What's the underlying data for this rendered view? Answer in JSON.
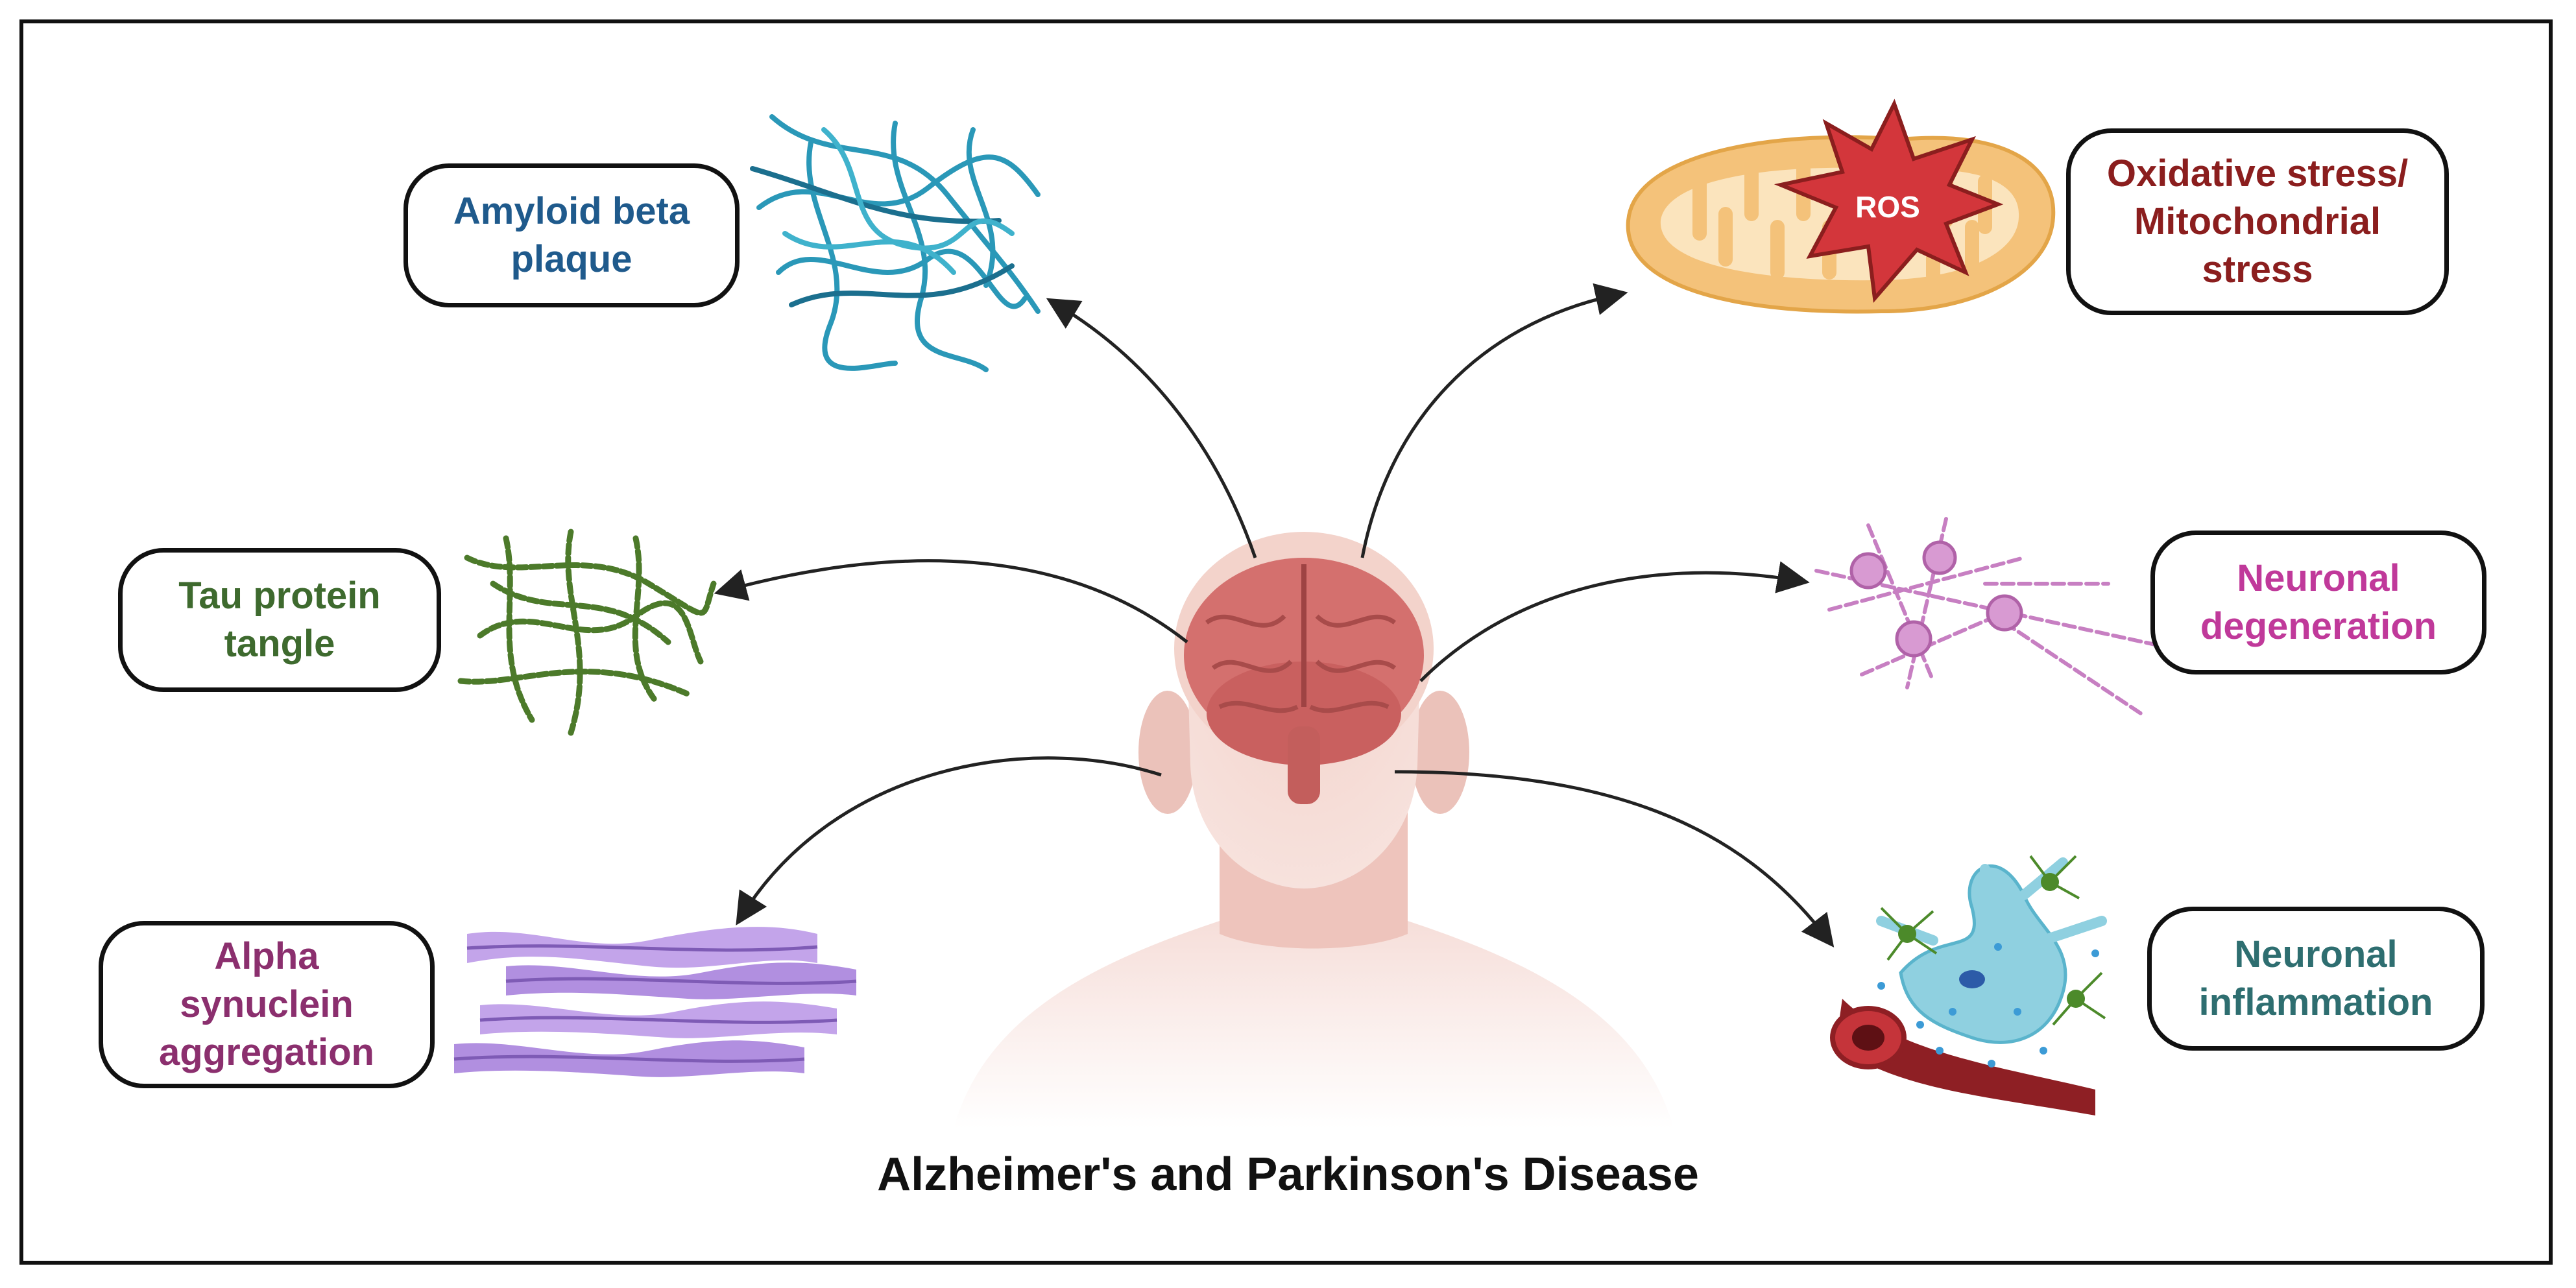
{
  "caption": "Alzheimer's and Parkinson's Disease",
  "labels": {
    "amyloid": "Amyloid beta\nplaque",
    "tau": "Tau protein\ntangle",
    "alpha": "Alpha\nsynuclein\naggregation",
    "oxidative": "Oxidative stress/\nMitochondrial\nstress",
    "neuronal_degeneration": "Neuronal\ndegeneration",
    "neuronal_inflammation": "Neuronal\ninflammation",
    "ros": "ROS"
  },
  "colors": {
    "amyloid": "#1F5A8C",
    "tau": "#3E6A2E",
    "alpha": "#8B2F6E",
    "oxidative": "#8B1E1E",
    "neuronal_degeneration": "#C0399A",
    "neuronal_inflammation": "#2E6E70",
    "skin": "#F2CFC8",
    "brain": "#D4706E",
    "amyloid_fiber": "#2A98B8",
    "tau_fiber": "#4C7A2A",
    "alpha_fiber": "#B79BE0",
    "mito": "#F4C27A",
    "ros_star": "#D3363B",
    "neuron": "#C77FC2",
    "glia": "#8FD0E0"
  }
}
